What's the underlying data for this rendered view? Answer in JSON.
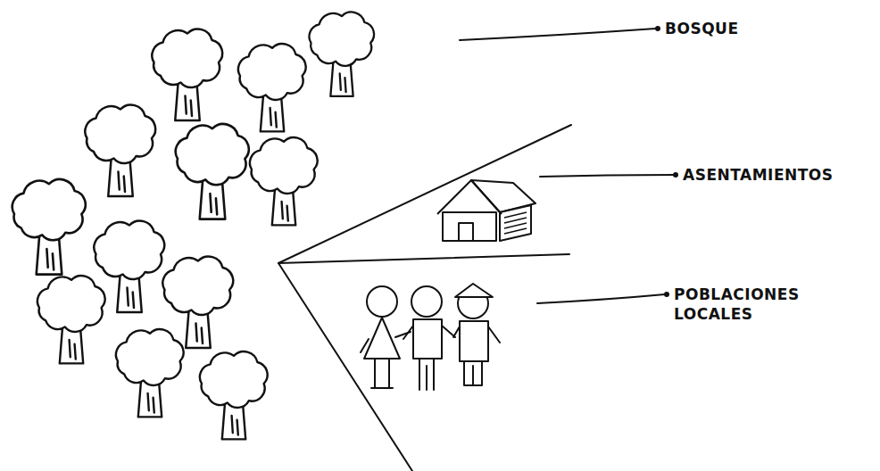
{
  "diagram": {
    "labels": [
      "BOSQUE",
      "ASENTAMIENTOS",
      "POBLACIONES LOCALES"
    ]
  }
}
